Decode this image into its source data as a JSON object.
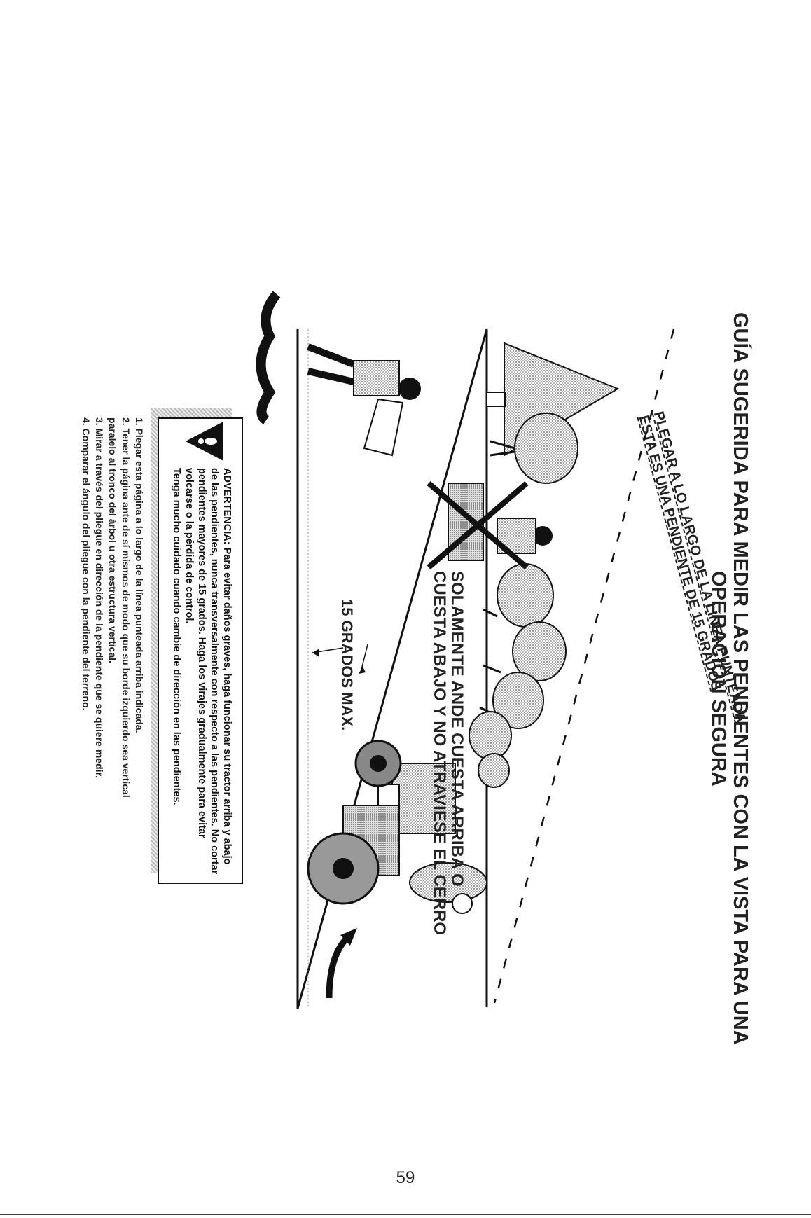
{
  "title": {
    "line1": "GUÍA SUGERIDA PARA MEDIR LAS PENDIENTES CON LA VISTA PARA UNA",
    "line2": "OPERACIÓN SEGURA"
  },
  "fold_label": {
    "line1": "PLEGAR A LO LARGO DE LA LÍNEA PUNTEADA",
    "line2": "ESTA ES UNA PENDIENTE DE 15 GRADOS"
  },
  "slope_instruction": {
    "line1": "SOLAMENTE ANDE CUESTA ARRIBA O",
    "line2": "CUESTA ABAJO Y NO ATRAVIESE EL CERRO"
  },
  "angle_label": "15 GRADOS MAX.",
  "warning": {
    "lead": "ADVERTENCIA:",
    "body": "Para evitar daños graves, haga funcionar su tractor arriba y abajo de las pendientes, nunca transversalmente con respecto a las pendientes. No cortar pendientes mayores de 15 grados. Haga los virajes gradualmente para evitar volcarse o la pérdida de control.",
    "emphasis": "Tenga mucho cuidado cuando cambie de dirección en las pendientes.",
    "icon": "warning-triangle-icon"
  },
  "instructions": [
    "1.  Plegar esta página a lo largo de la línea punteada arriba indicada.",
    "2.  Tener la página ante de sí mismos de modo que su borde izquierdo sea vertical",
    "     paralelo al tronco del árbol u otra estructura vertical.",
    "3.  Mirar a través del pliegue en dirección de la pendiente que se quiere medir.",
    "4.  Comparar el ángulo del pliegue con la pendiente del terreno."
  ],
  "page_number": "59"
}
